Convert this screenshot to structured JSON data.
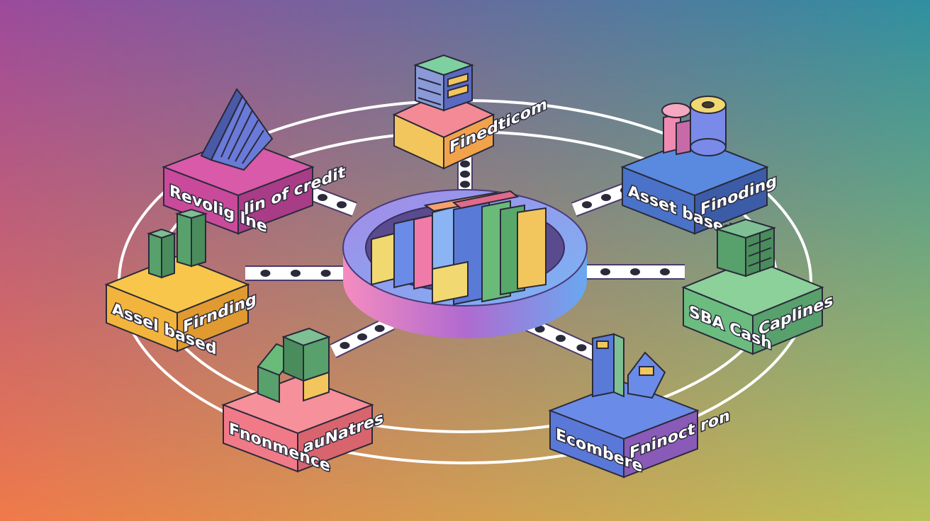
{
  "colors": {
    "bg_top_left": "#9b4a9c",
    "bg_top_right": "#2f8fa0",
    "bg_bottom_left": "#f07a4a",
    "bg_bottom_right": "#b8c25a"
  },
  "nodes": [
    {
      "id": "top",
      "label_a": "",
      "label_b": "Finedticom",
      "top": "#f48a96",
      "left": "#f2c65c",
      "right": "#f2a24a",
      "icon": "server-icon"
    },
    {
      "id": "upper-left",
      "label_a": "Revolig lne",
      "label_b": "lin of credit",
      "top": "#d85aa8",
      "left": "#c94a9a",
      "right": "#a83c86",
      "icon": "house-icon"
    },
    {
      "id": "upper-right",
      "label_a": "Asset based",
      "label_b": "Finoding",
      "top": "#5a8ae0",
      "left": "#4a72c8",
      "right": "#3c5ca8",
      "icon": "cylinder-icon"
    },
    {
      "id": "left",
      "label_a": "Assel based",
      "label_b": "Firnding",
      "top": "#f8c64a",
      "left": "#f2b43c",
      "right": "#e09a30",
      "icon": "blocks-icon"
    },
    {
      "id": "right",
      "label_a": "SBA Cash",
      "label_b": "Caplines",
      "top": "#8cd09a",
      "left": "#6cbc80",
      "right": "#58a06c",
      "icon": "grid-blocks-icon"
    },
    {
      "id": "lower-left",
      "label_a": "Fnonmence",
      "label_b": "auNatres",
      "top": "#f6909a",
      "left": "#f07a88",
      "right": "#d8646e",
      "icon": "cube-stack-icon"
    },
    {
      "id": "lower-right",
      "label_a": "Ecombere",
      "label_b": "Fninoct ron",
      "top": "#6a8ce8",
      "left": "#5a78d8",
      "right": "#8a5ab8",
      "icon": "register-icon"
    }
  ]
}
